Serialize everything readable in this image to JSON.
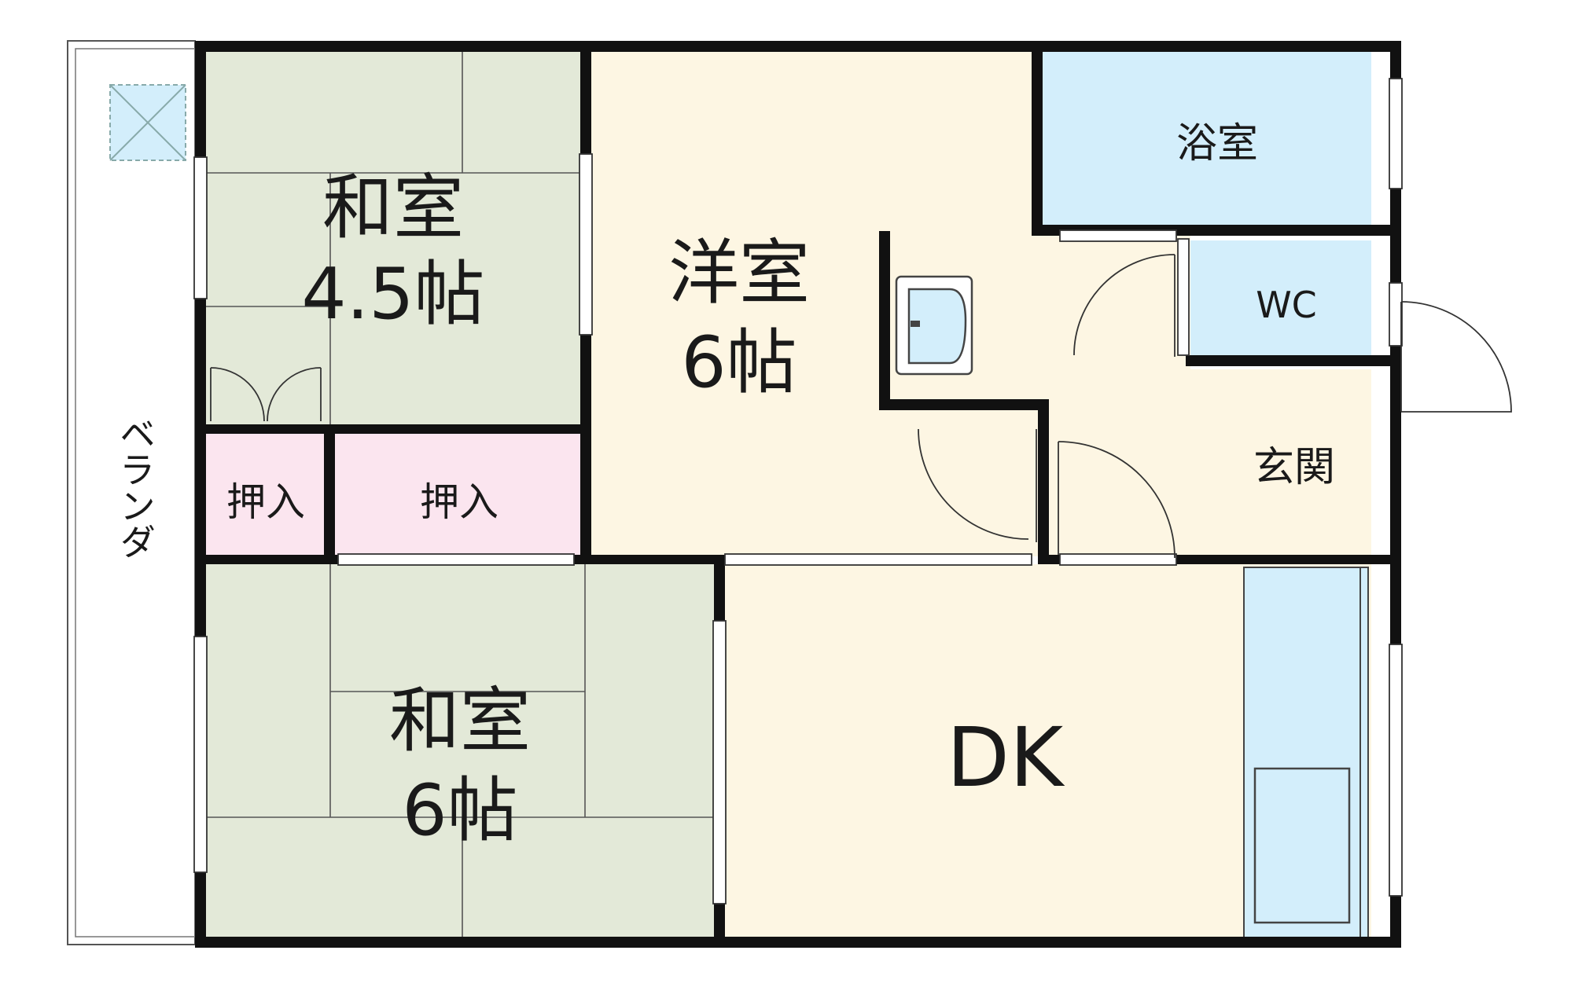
{
  "colors": {
    "tatami": "#e3e9d8",
    "flooring": "#fdf6e3",
    "water": "#d3eefb",
    "storage": "#fbe5ef",
    "wall": "#111111",
    "line": "#333333"
  },
  "rooms": {
    "washitsu_small": {
      "name": "和室",
      "size": "4.5帖"
    },
    "yoshitsu": {
      "name": "洋室",
      "size": "6帖"
    },
    "washitsu_large": {
      "name": "和室",
      "size": "6帖"
    },
    "dk": {
      "name": "DK"
    },
    "bath": {
      "name": "浴室"
    },
    "wc": {
      "name": "WC"
    },
    "entrance": {
      "name": "玄関"
    },
    "closet_small": {
      "name": "押入"
    },
    "closet_large": {
      "name": "押入"
    },
    "veranda": {
      "name": "ベランダ"
    }
  }
}
